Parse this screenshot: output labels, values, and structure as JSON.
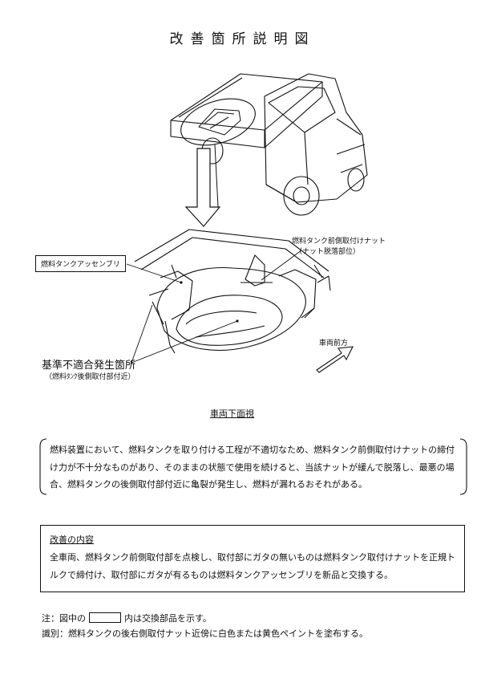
{
  "title": "改善箇所説明図",
  "labels": {
    "fuel_tank_assembly": "燃料タンクアッセンブリ",
    "front_nut": "燃料タンク前側取付けナット",
    "front_nut_sub": "（ナット脱落部位）",
    "vehicle_front": "車両前方",
    "nonconformity": "基準不適合発生箇所",
    "nonconformity_sub": "（燃料ﾀﾝｸ後側取付部付近）",
    "underside_view": "車両下面視"
  },
  "description": "燃料装置において、燃料タンクを取り付ける工程が不適切なため、燃料タンク前側取付けナットの締付け力が不十分なものがあり、そのままの状態で使用を続けると、当該ナットが緩んで脱落し、最悪の場合、燃料タンクの後側取付部付近に亀裂が発生し、燃料が漏れるおそれがある。",
  "improvement": {
    "heading": "改善の内容",
    "body": "全車両、燃料タンク前側取付部を点検し、取付部にガタの無いものは燃料タンク取付けナットを正規トルクで締付け、取付部にガタが有るものは燃料タンクアッセンブリを新品と交換する。"
  },
  "notes": {
    "note_prefix": "注：図中の",
    "note_suffix": "内は交換部品を示す。",
    "identification": "識別：燃料タンクの後右側取付ナット近傍に白色または黄色ペイントを塗布する。"
  }
}
